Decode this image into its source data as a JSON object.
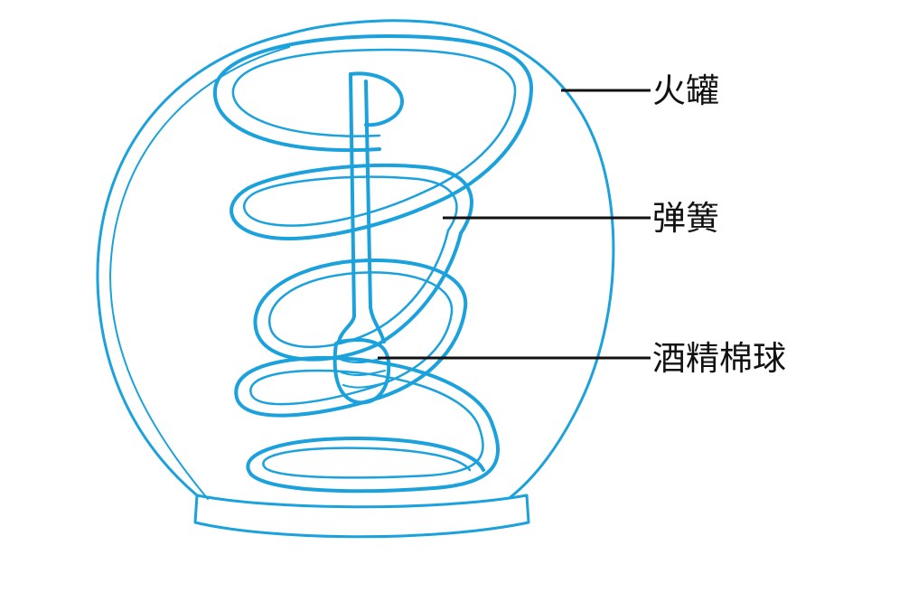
{
  "colors": {
    "outline": "#1ba1dc",
    "leader": "#111111",
    "background": "#ffffff"
  },
  "labels": {
    "jar": "火罐",
    "spring": "弹簧",
    "cotton_ball": "酒精棉球"
  }
}
